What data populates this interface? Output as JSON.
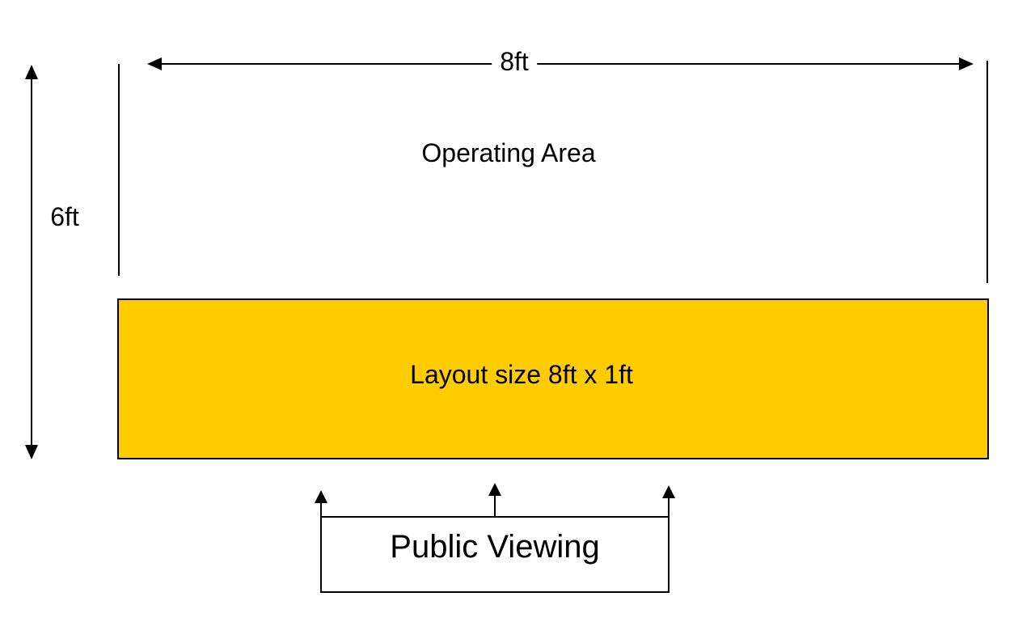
{
  "diagram": {
    "width_label": "8ft",
    "height_label": "6ft",
    "operating_area_label": "Operating Area",
    "layout_label": "Layout size 8ft x 1ft",
    "viewing_label": "Public Viewing"
  },
  "colors": {
    "layout_fill": "#FFCC00",
    "stroke": "#000000",
    "background": "#FFFFFF"
  }
}
